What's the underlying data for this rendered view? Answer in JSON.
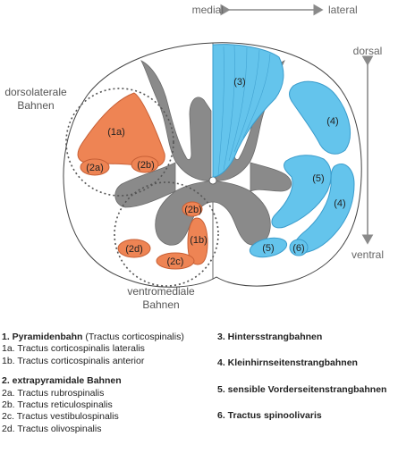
{
  "orientation": {
    "medial": "medial",
    "lateral": "lateral",
    "dorsal": "dorsal",
    "ventral": "ventral"
  },
  "regions": {
    "dorsolateral": [
      "dorsolaterale",
      "Bahnen"
    ],
    "ventromedial": [
      "ventromediale",
      "Bahnen"
    ]
  },
  "labels": {
    "l1a": "(1a)",
    "l1b": "(1b)",
    "l2a": "(2a)",
    "l2b_top": "(2b)",
    "l2b_low": "(2b)",
    "l2c": "(2c)",
    "l2d": "(2d)",
    "l3": "(3)",
    "l4_top": "(4)",
    "l4_low": "(4)",
    "l5_mid": "(5)",
    "l5_low": "(5)",
    "l6": "(6)"
  },
  "colors": {
    "orange_fill": "#EE8454",
    "orange_stroke": "#C86036",
    "blue_fill": "#64C4EC",
    "blue_stroke": "#3A9CCC",
    "gray_matter": "#8A8A8A",
    "outline": "#555555"
  },
  "legend": {
    "g1_title_bold": "1. Pyramidenbahn",
    "g1_title_rest": " (Tractus corticospinalis)",
    "g1_a": "1a. Tractus corticospinalis lateralis",
    "g1_b": "1b. Tractus corticospinalis anterior",
    "g2_title": "2. extrapyramidale Bahnen",
    "g2_a": "2a. Tractus rubrospinalis",
    "g2_b": "2b. Tractus reticulospinalis",
    "g2_c": "2c. Tractus vestibulospinalis",
    "g2_d": "2d. Tractus olivospinalis",
    "i3": "3. Hintersstrangbahnen",
    "i4": "4. Kleinhirnseitenstrangbahnen",
    "i5": "5. sensible Vorderseitenstrangbahnen",
    "i6": "6. Tractus spinoolivaris"
  }
}
